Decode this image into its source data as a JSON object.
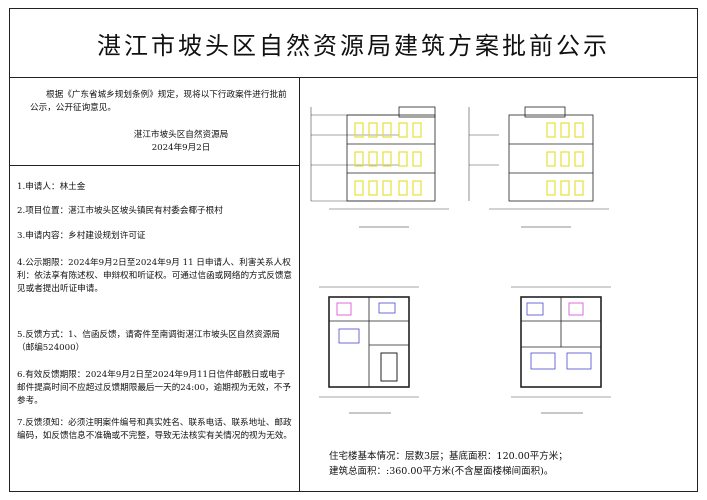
{
  "title": "湛江市坡头区自然资源局建筑方案批前公示",
  "intro": {
    "paragraph": "根据《广东省城乡规划条例》规定，现将以下行政案件进行批前公示，公开征询意见。",
    "issuer": "湛江市坡头区自然资源局",
    "date": "2024年9月2日"
  },
  "items": [
    {
      "label": "1.申请人",
      "value": "：林土金"
    },
    {
      "label": "2.项目位置：",
      "value": "湛江市坡头区坡头镇民有村委会椰子根村"
    },
    {
      "label": "3.申请内容：",
      "value": "乡村建设规划许可证"
    },
    {
      "label": "4.公示期限：",
      "value": "2024年9月2日至2024年9月 11 日申请人、利害关系人权利：依法享有陈述权、申辩权和听证权。可通过信函或网络的方式反馈意见或者提出听证申请。"
    },
    {
      "label": "5.反馈方式：",
      "value": "1、信函反馈，请寄件至南调街湛江市坡头区自然资源局（邮编524000）"
    },
    {
      "label": "6.有效反馈期限：",
      "value": "2024年9月2日至2024年9月11日信件邮戳日或电子邮件提高时间不应超过反馈期限最后一天的24:00，逾期视为无效，不予参考。"
    },
    {
      "label": "7.反馈须知：",
      "value": "必须注明案件编号和真实姓名、联系电话、联系地址、邮政编码，如反馈信息不准确或不完整，导致无法核实有关情况的视为无效。"
    }
  ],
  "summary": {
    "line1": "住宅楼基本情况：层数3层；基底面积：120.00平方米；",
    "line2": "建筑总面积：:360.00平方米(不含屋面楼梯间面积)。"
  },
  "colors": {
    "window": "#e6df3a",
    "wall": "#222222",
    "furniture": "#4a4ad0",
    "accent": "#d04ad0"
  }
}
